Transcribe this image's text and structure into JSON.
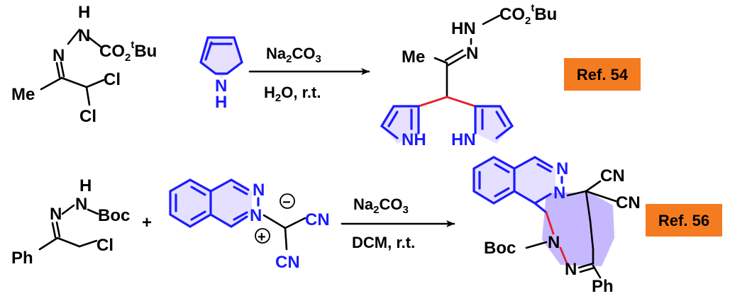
{
  "reaction1": {
    "reagent1": {
      "nh": "H",
      "n_left": "N",
      "n_right": "N",
      "boc_group": "CO",
      "boc_sub": "2",
      "boc_sup": "t",
      "boc_tail": "Bu",
      "methyl": "Me",
      "cl_top": "Cl",
      "cl_bottom": "Cl"
    },
    "pyrrole_nh": "N",
    "pyrrole_h": "H",
    "conditions_top_prefix": "Na",
    "conditions_top_sub1": "2",
    "conditions_top_mid": "CO",
    "conditions_top_sub2": "3",
    "conditions_bottom_prefix": "H",
    "conditions_bottom_sub": "2",
    "conditions_bottom_suffix": "O, r.t.",
    "product": {
      "hn": "HN",
      "boc_group": "CO",
      "boc_sub": "2",
      "boc_sup": "t",
      "boc_tail": "Bu",
      "n_imine": "N",
      "methyl": "Me",
      "nh_left": "NH",
      "nh_right": "HN"
    },
    "ref_label": "Ref. 54"
  },
  "reaction2": {
    "reagent1": {
      "h": "H",
      "n_left": "N",
      "n_right": "N",
      "boc": "Boc",
      "phenyl": "Ph",
      "cl": "Cl"
    },
    "plus": "+",
    "ylide": {
      "n_top": "N",
      "n_bottom": "N",
      "plus_charge": "+",
      "minus_charge": "−",
      "cn_top": "CN",
      "cn_bottom": "CN"
    },
    "conditions_top_prefix": "Na",
    "conditions_top_sub1": "2",
    "conditions_top_mid": "CO",
    "conditions_top_sub2": "3",
    "conditions_bottom": "DCM, r.t.",
    "product": {
      "n_top": "N",
      "n_mid": "N",
      "cn_top": "CN",
      "cn_right": "CN",
      "n_boc": "N",
      "boc": "Boc",
      "n_imine": "N",
      "phenyl": "Ph"
    },
    "ref_label": "Ref. 56"
  },
  "colors": {
    "black": "#000000",
    "blue": "#1a1aff",
    "red": "#e0212b",
    "ref_box": "#f47b20",
    "ring_fill": "#e5e0ff",
    "pyrrole_fill": "#e7e0ff",
    "diazepine_fill": "#c6b8ff"
  }
}
